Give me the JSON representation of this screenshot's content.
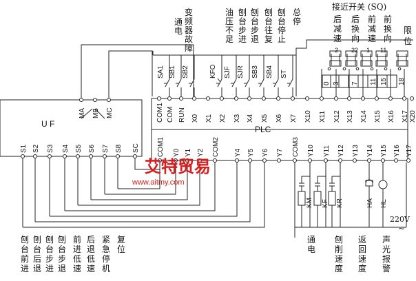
{
  "plc": {
    "label": "PLC",
    "input_terminals": [
      "COM1",
      "COM",
      "RUN",
      "X0",
      "X1",
      "X2",
      "X3",
      "X4",
      "X5",
      "X6",
      "X7",
      "X10",
      "X11",
      "X12",
      "X13",
      "X14",
      "X15",
      "X16",
      "X17",
      "X20"
    ],
    "output_terminals": [
      "COM1",
      "Y0",
      "Y1",
      "Y2",
      "COM2",
      "Y4",
      "Y5",
      "Y6",
      "Y7",
      "COM3",
      "Y10",
      "Y11",
      "Y12",
      "Y13",
      "Y14",
      "Y15",
      "Y16",
      "Y17"
    ]
  },
  "uf": {
    "label": "U F",
    "relay_terminals": [
      "MA",
      "MB",
      "MC"
    ],
    "input_terminals": [
      "S1",
      "S2",
      "S3",
      "S4",
      "S5",
      "S6",
      "S7",
      "S8",
      "SC"
    ]
  },
  "switches": [
    "SA1",
    "SB1",
    "SB2",
    "KFO",
    "SJF",
    "SJR",
    "SB3",
    "SB4",
    "ST"
  ],
  "top_labels": {
    "inverter_fault": "变频器故障",
    "power_on": "通电",
    "low_oil_pressure": "油压不足",
    "planer_step_forward": "刨台步进",
    "planer_step_back": "刨台步退",
    "planer_reciprocate": "刨台往复",
    "planer_stop": "刨台停止",
    "master_stop": "总停",
    "proximity_header": "接近开关 (SQ)",
    "rear_decel": "后减速",
    "rear_reverse": "后换向",
    "front_decel": "前减速",
    "front_reverse": "前换向",
    "limit": "限位"
  },
  "sq_numbers": [
    "2",
    "22",
    "1",
    "11"
  ],
  "terminal_numbers": [
    "0",
    "3",
    "7",
    "11",
    "15",
    "18"
  ],
  "bottom_labels": {
    "uf_cmds": [
      "刨台前进",
      "刨台后退",
      "刨台步进",
      "刨台步退",
      "前进低速",
      "后退低速",
      "紧急停机",
      "复位"
    ],
    "power_on": "通电",
    "cut_speed": "刨削速度",
    "return_speed": "返回速度",
    "alarm": "声光报警"
  },
  "loads": [
    "KM",
    "KF",
    "KR",
    "HA",
    "HL"
  ],
  "supply": {
    "voltage": "220V",
    "symbol": "~"
  },
  "watermark": {
    "cn": "艾特贸易",
    "url": "www.aitmy.com"
  }
}
